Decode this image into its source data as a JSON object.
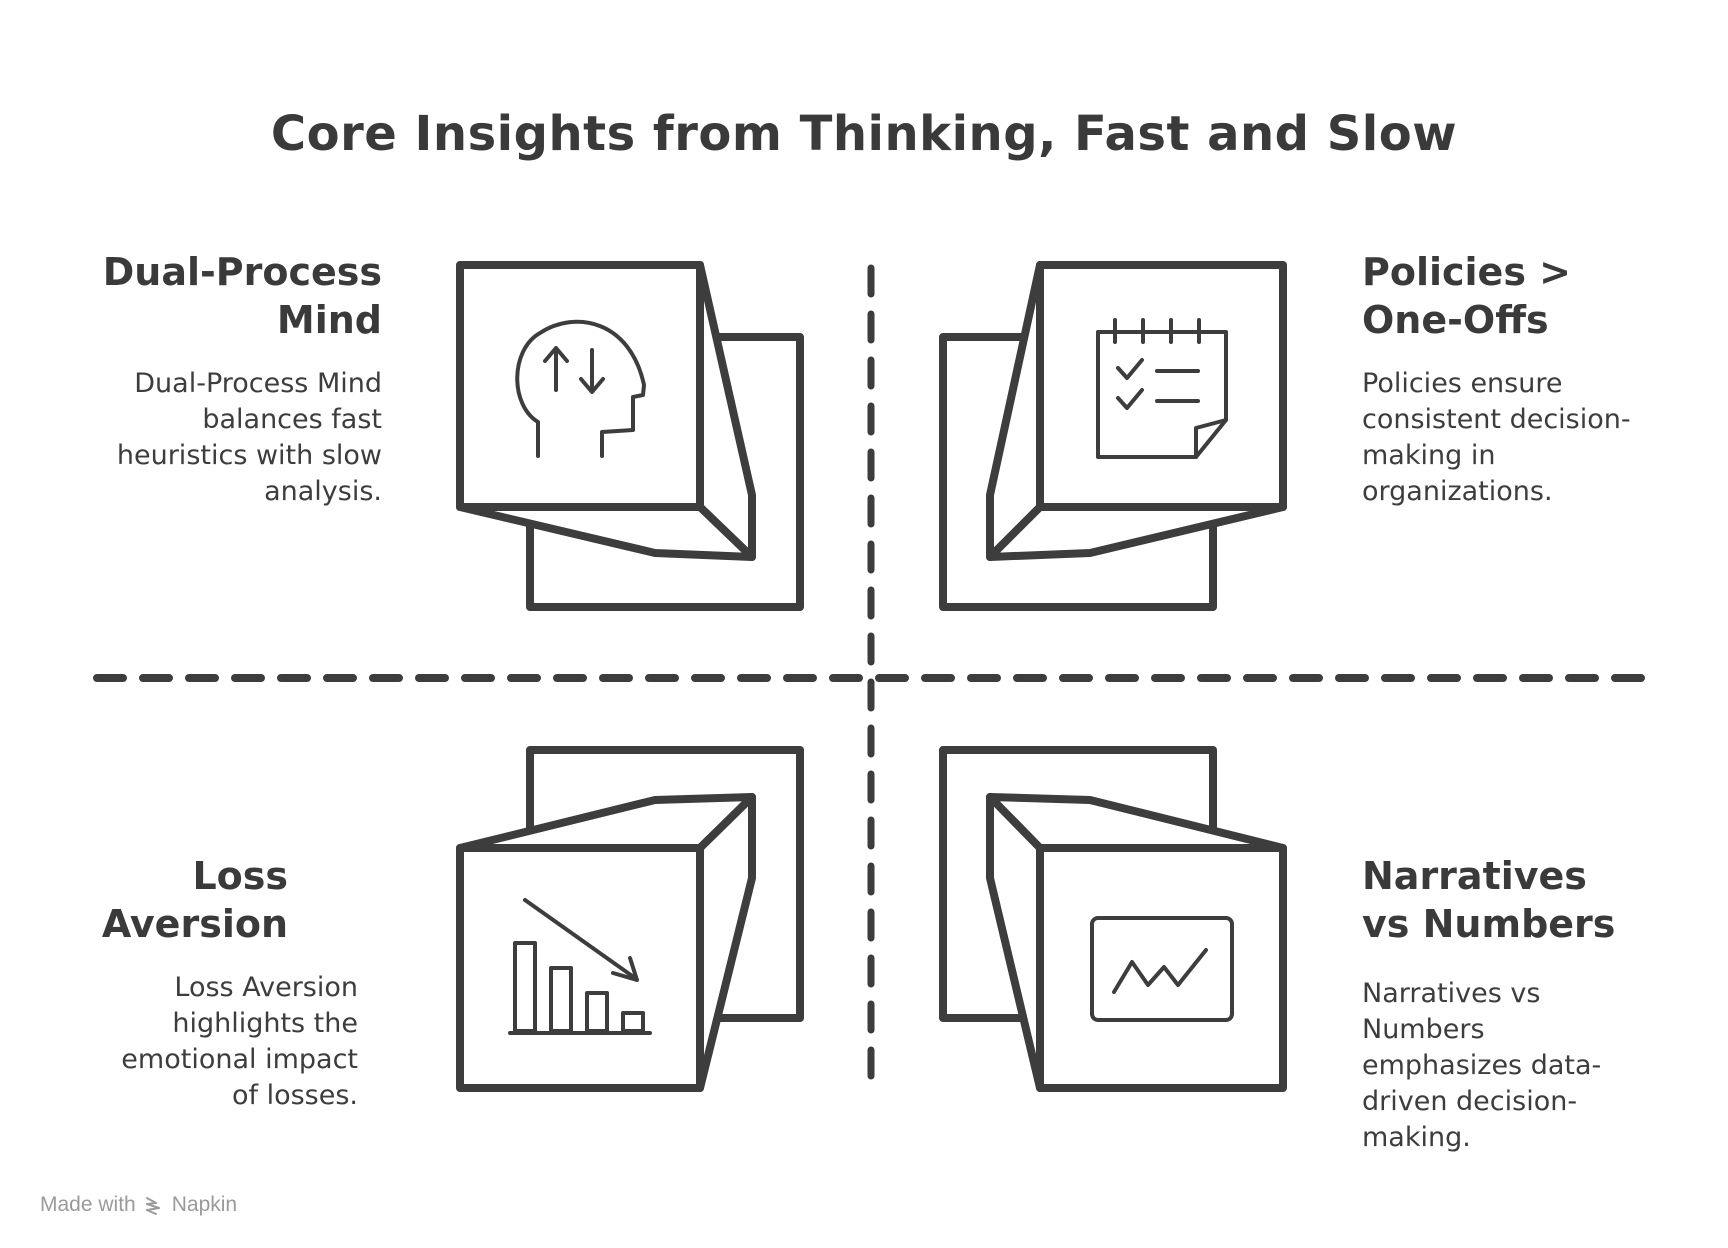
{
  "title": "Core Insights from Thinking, Fast and Slow",
  "quadrants": [
    {
      "heading_line1": "Dual-Process",
      "heading_line2": "Mind",
      "description": "Dual-Process Mind balances fast heuristics with slow analysis.",
      "icon": "head-arrows-icon"
    },
    {
      "heading_line1": "Policies >",
      "heading_line2": "One-Offs",
      "description": "Policies ensure consistent decision-making in organizations.",
      "icon": "checklist-icon"
    },
    {
      "heading_line1": "Loss",
      "heading_line2": "Aversion",
      "description": "Loss Aversion highlights the emotional impact of losses.",
      "icon": "declining-bar-chart-icon"
    },
    {
      "heading_line1": "Narratives",
      "heading_line2": "vs Numbers",
      "description": "Narratives vs Numbers emphasizes data-driven decision-making.",
      "icon": "line-chart-screen-icon"
    }
  ],
  "footer": {
    "made_with": "Made with",
    "brand": "Napkin"
  },
  "colors": {
    "ink": "#3d3d3d",
    "footer_text": "#9a9a9a",
    "background": "#ffffff"
  }
}
